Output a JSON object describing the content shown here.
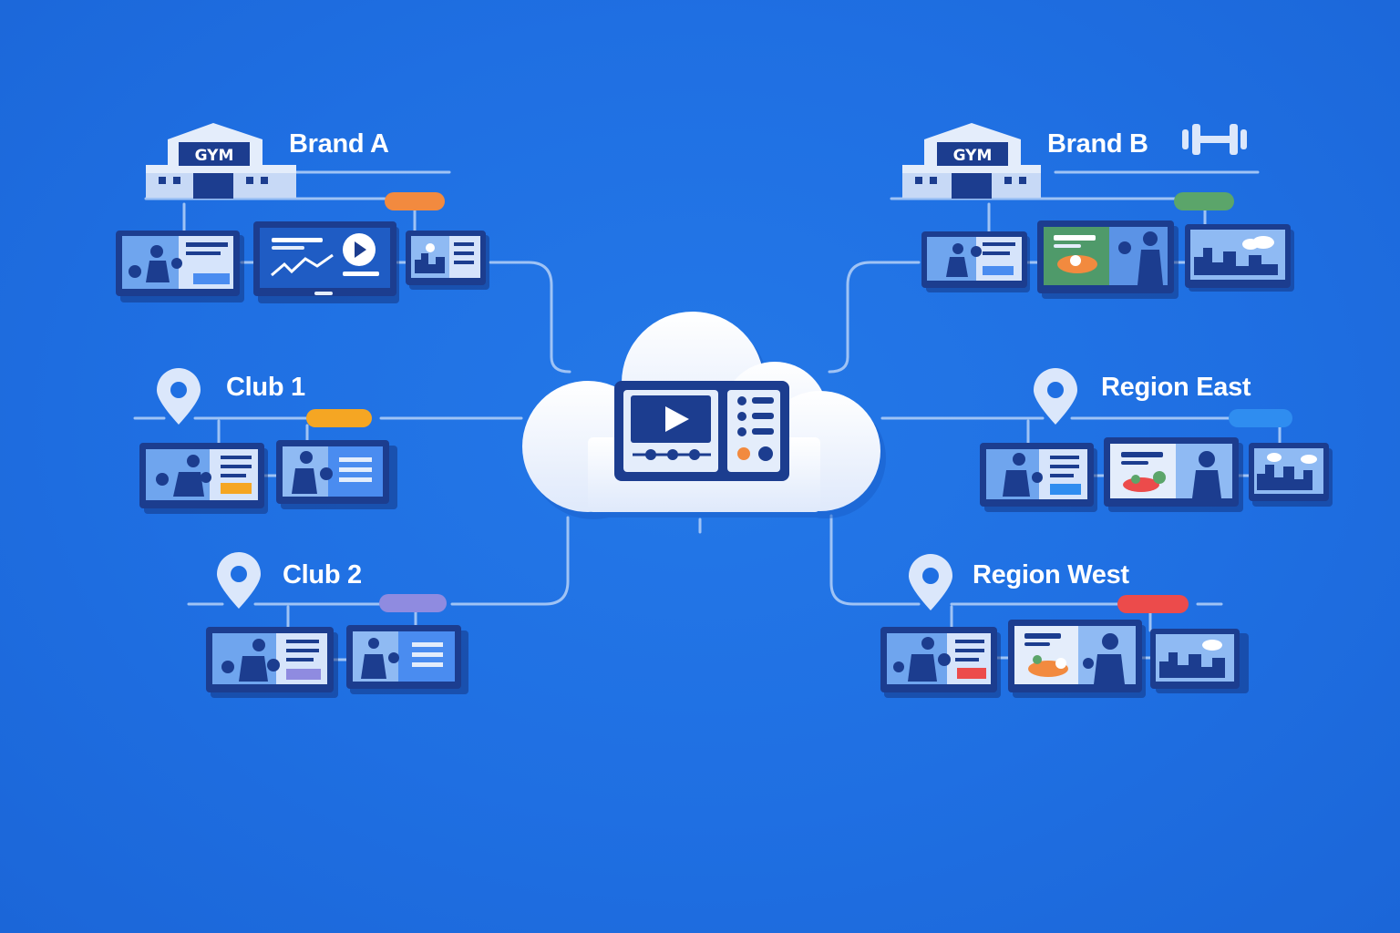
{
  "colors": {
    "background": "#1f6fe2",
    "line": "#9fc3f5",
    "navy": "#1c3d8f",
    "pale": "#e4edfb",
    "tags": {
      "brand_a": "#f28a3f",
      "brand_b": "#5ba56a",
      "club_1": "#f5a623",
      "club_2": "#8f8be0",
      "region_east": "#2f8df0",
      "region_west": "#ec4b4b"
    }
  },
  "hub": {
    "icon": "cloud-media-player-icon"
  },
  "groups": {
    "brand_a": {
      "label": "Brand A",
      "building_sign": "GYM",
      "icon": "gym-building-icon"
    },
    "brand_b": {
      "label": "Brand B",
      "building_sign": "GYM",
      "icon": "gym-building-icon",
      "extra_icon": "dumbbell-icon"
    },
    "club_1": {
      "label": "Club 1",
      "icon": "location-pin-icon"
    },
    "club_2": {
      "label": "Club 2",
      "icon": "location-pin-icon"
    },
    "region_east": {
      "label": "Region East",
      "icon": "location-pin-icon"
    },
    "region_west": {
      "label": "Region West",
      "icon": "location-pin-icon"
    }
  }
}
